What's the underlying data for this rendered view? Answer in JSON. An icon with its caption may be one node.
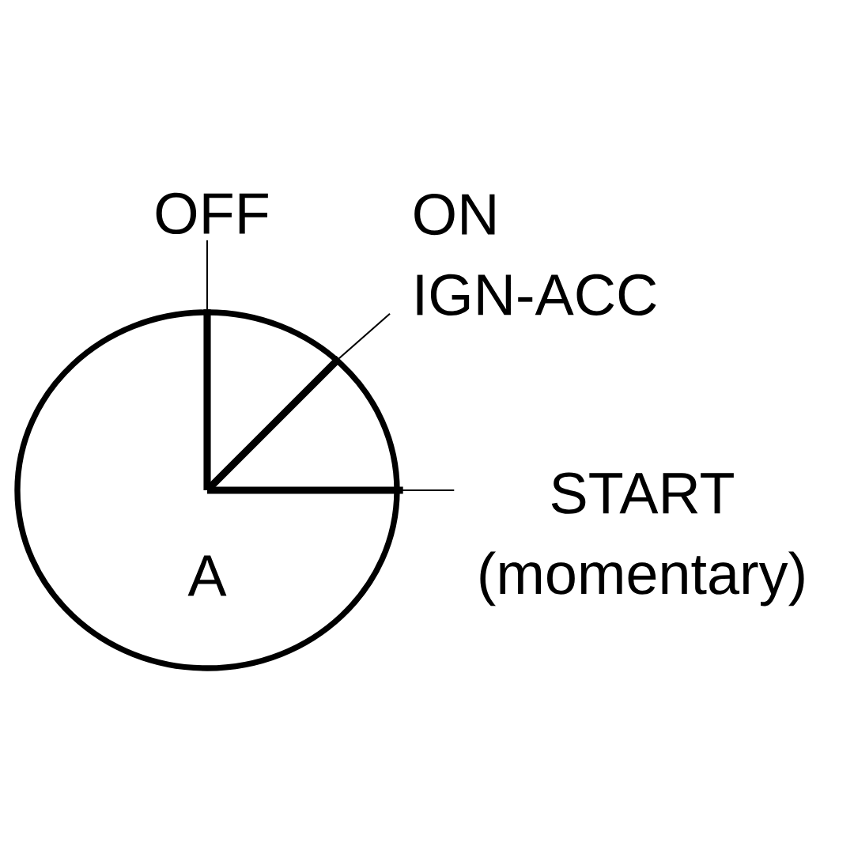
{
  "diagram": {
    "nodes": [
      {
        "text": [
          "A"
        ]
      },
      {
        "text": [
          "OFF"
        ]
      },
      {
        "text": [
          "ON IGN-ACC"
        ]
      },
      {
        "text": [
          "START (momentary)"
        ]
      }
    ],
    "edges": [
      {
        "from": 1,
        "to": 0,
        "arrow": "none"
      },
      {
        "from": 2,
        "to": 0,
        "arrow": "none"
      },
      {
        "from": 3,
        "to": 0,
        "arrow": "none"
      }
    ]
  }
}
